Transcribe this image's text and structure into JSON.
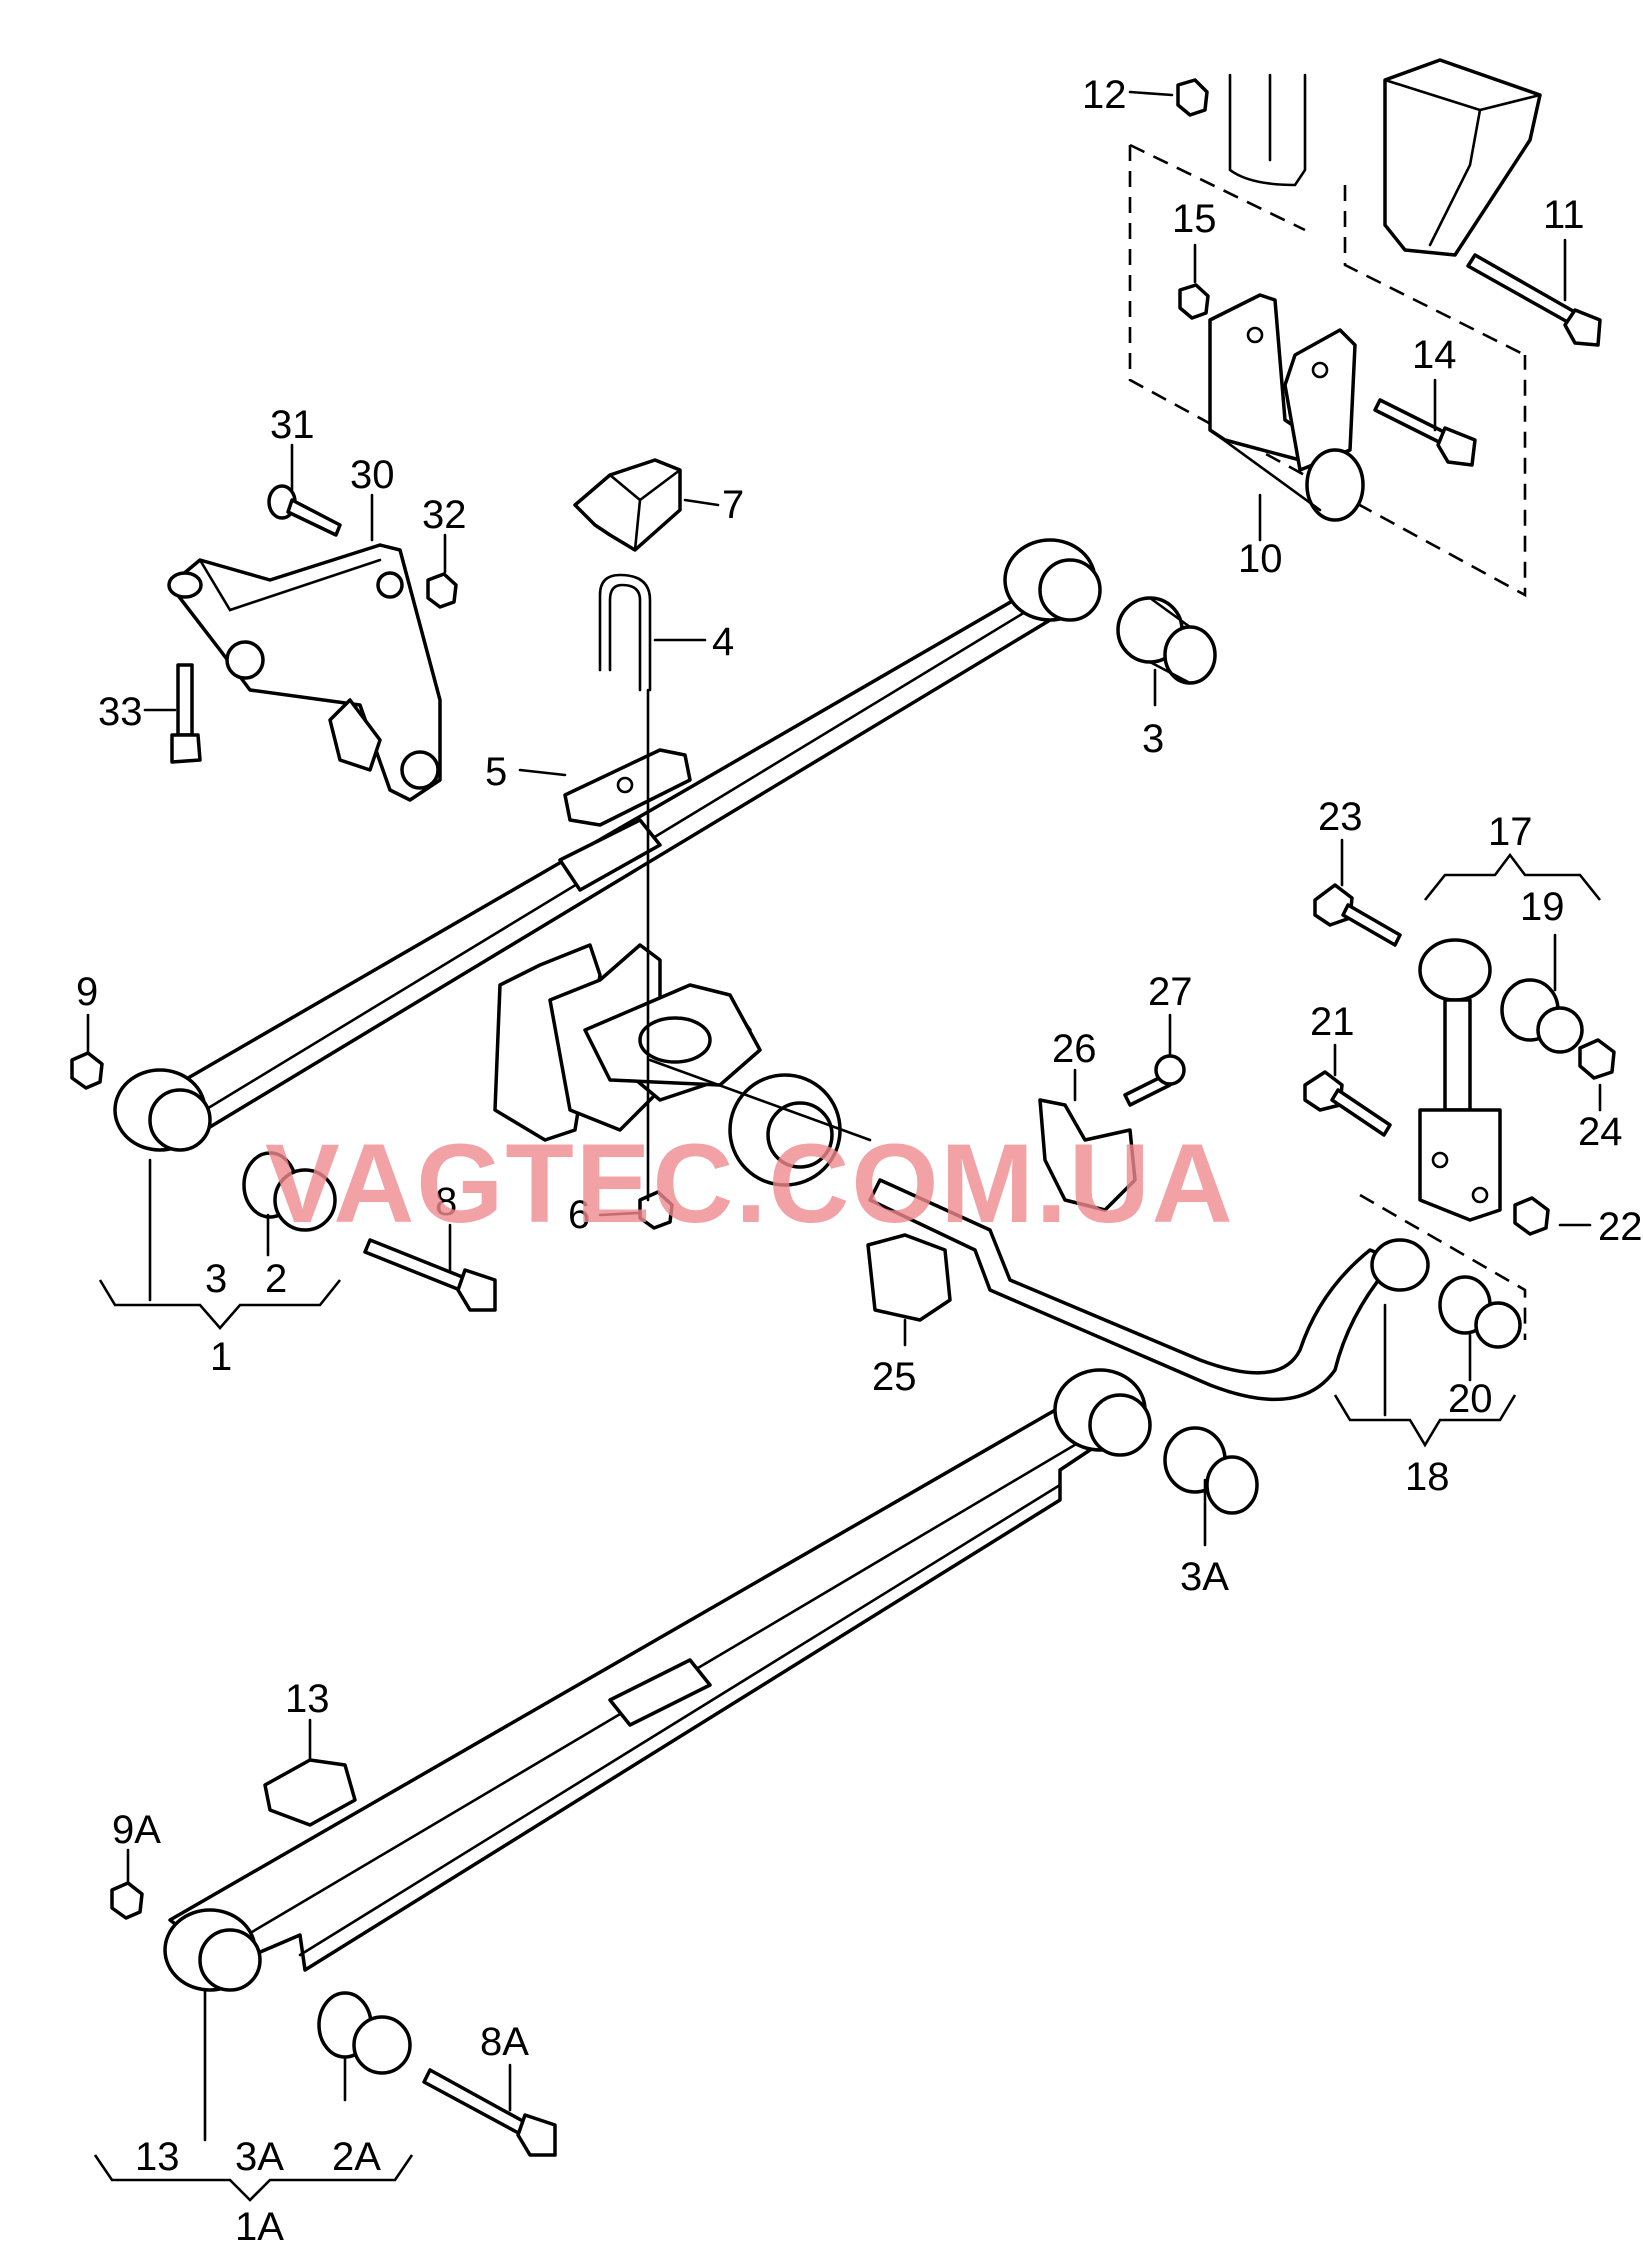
{
  "watermark": "VAGTEC.COM.UA",
  "callouts": {
    "c12": "12",
    "c15": "15",
    "c11": "11",
    "c14": "14",
    "c10": "10",
    "c31": "31",
    "c30": "30",
    "c32": "32",
    "c33": "33",
    "c7": "7",
    "c4": "4",
    "c5": "5",
    "c3_upper": "3",
    "c23": "23",
    "c17": "17",
    "c19": "19",
    "c21": "21",
    "c24": "24",
    "c22": "22",
    "c27": "27",
    "c26": "26",
    "c9": "9",
    "c8": "8",
    "c6": "6",
    "c1_3": "3",
    "c1_2": "2",
    "c1": "1",
    "c25": "25",
    "c20": "20",
    "c18": "18",
    "c3A_upper": "3A",
    "c13_top": "13",
    "c9A": "9A",
    "c8A": "8A",
    "c1A_13": "13",
    "c1A_3A": "3A",
    "c1A_2A": "2A",
    "c1A": "1A"
  }
}
